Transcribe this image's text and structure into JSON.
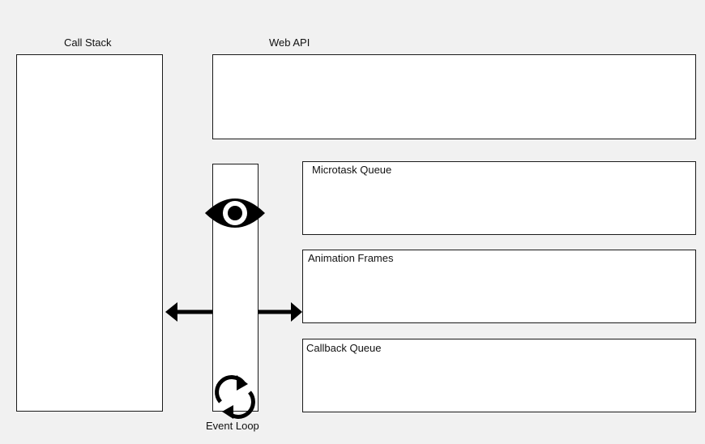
{
  "diagram": {
    "call_stack": {
      "label": "Call Stack"
    },
    "web_api": {
      "label": "Web API"
    },
    "microtask_queue": {
      "label": "Microtask Queue"
    },
    "animation_frames": {
      "label": "Animation Frames"
    },
    "callback_queue": {
      "label": "Callback Queue"
    },
    "event_loop": {
      "label": "Event Loop"
    },
    "icons": {
      "watch": "eye-icon",
      "loop": "refresh-icon",
      "left_arrow": "arrow-left-icon",
      "right_arrow": "arrow-right-icon"
    },
    "colors": {
      "background": "#f1f1f1",
      "box_fill": "#ffffff",
      "stroke": "#1a1a1a",
      "icon": "#000000"
    }
  }
}
